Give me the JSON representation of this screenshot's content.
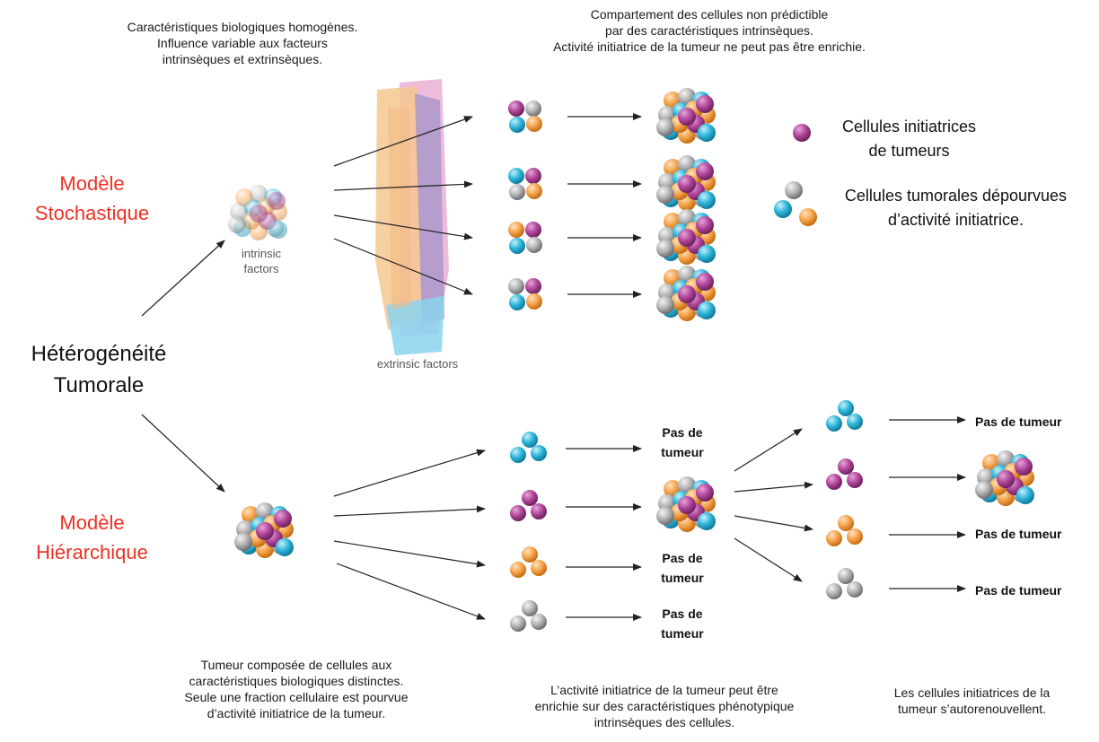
{
  "root_label": "Hétérogénéité\nTumorale",
  "stochastic": {
    "title": "Modèle\nStochastique",
    "top_left_text": "Caractéristiques biologiques homogènes.\nInfluence variable aux facteurs\nintrinsèques et extrinsèques.",
    "top_right_text": "Compartement des cellules non prédictible\npar des caractéristiques intrinsèques.\nActivité initiatrice de la tumeur ne peut pas être enrichie.",
    "intrinsic_label": "intrinsic\nfactors",
    "extrinsic_label": "extrinsic factors"
  },
  "hierarchical": {
    "title": "Modèle\nHiérarchique",
    "bottom_left_text": "Tumeur composée de cellules aux\ncaractéristiques biologiques distinctes.\nSeule une fraction cellulaire est pourvue\nd’activité initiatrice de la tumeur.",
    "bottom_middle_text": "L’activité initiatrice de la tumeur peut être\nenrichie sur des caractéristiques phénotypique\nintrinsèques des cellules.",
    "bottom_right_text": "Les cellules initiatrices de la\ntumeur s’autorenouvellent.",
    "no_tumor_wrapped": "Pas de\ntumeur",
    "no_tumor_single": "Pas de tumeur"
  },
  "legend": {
    "initiating": "Cellules initiatrices\nde tumeurs",
    "non_initiating": "Cellules tumorales dépourvues\nd’activité initiatrice."
  },
  "colors": {
    "magenta": "#b0459a",
    "cyan": "#2cb5da",
    "orange": "#f5a24a",
    "gray": "#a9a9ab",
    "model_red": "#ee3124"
  }
}
